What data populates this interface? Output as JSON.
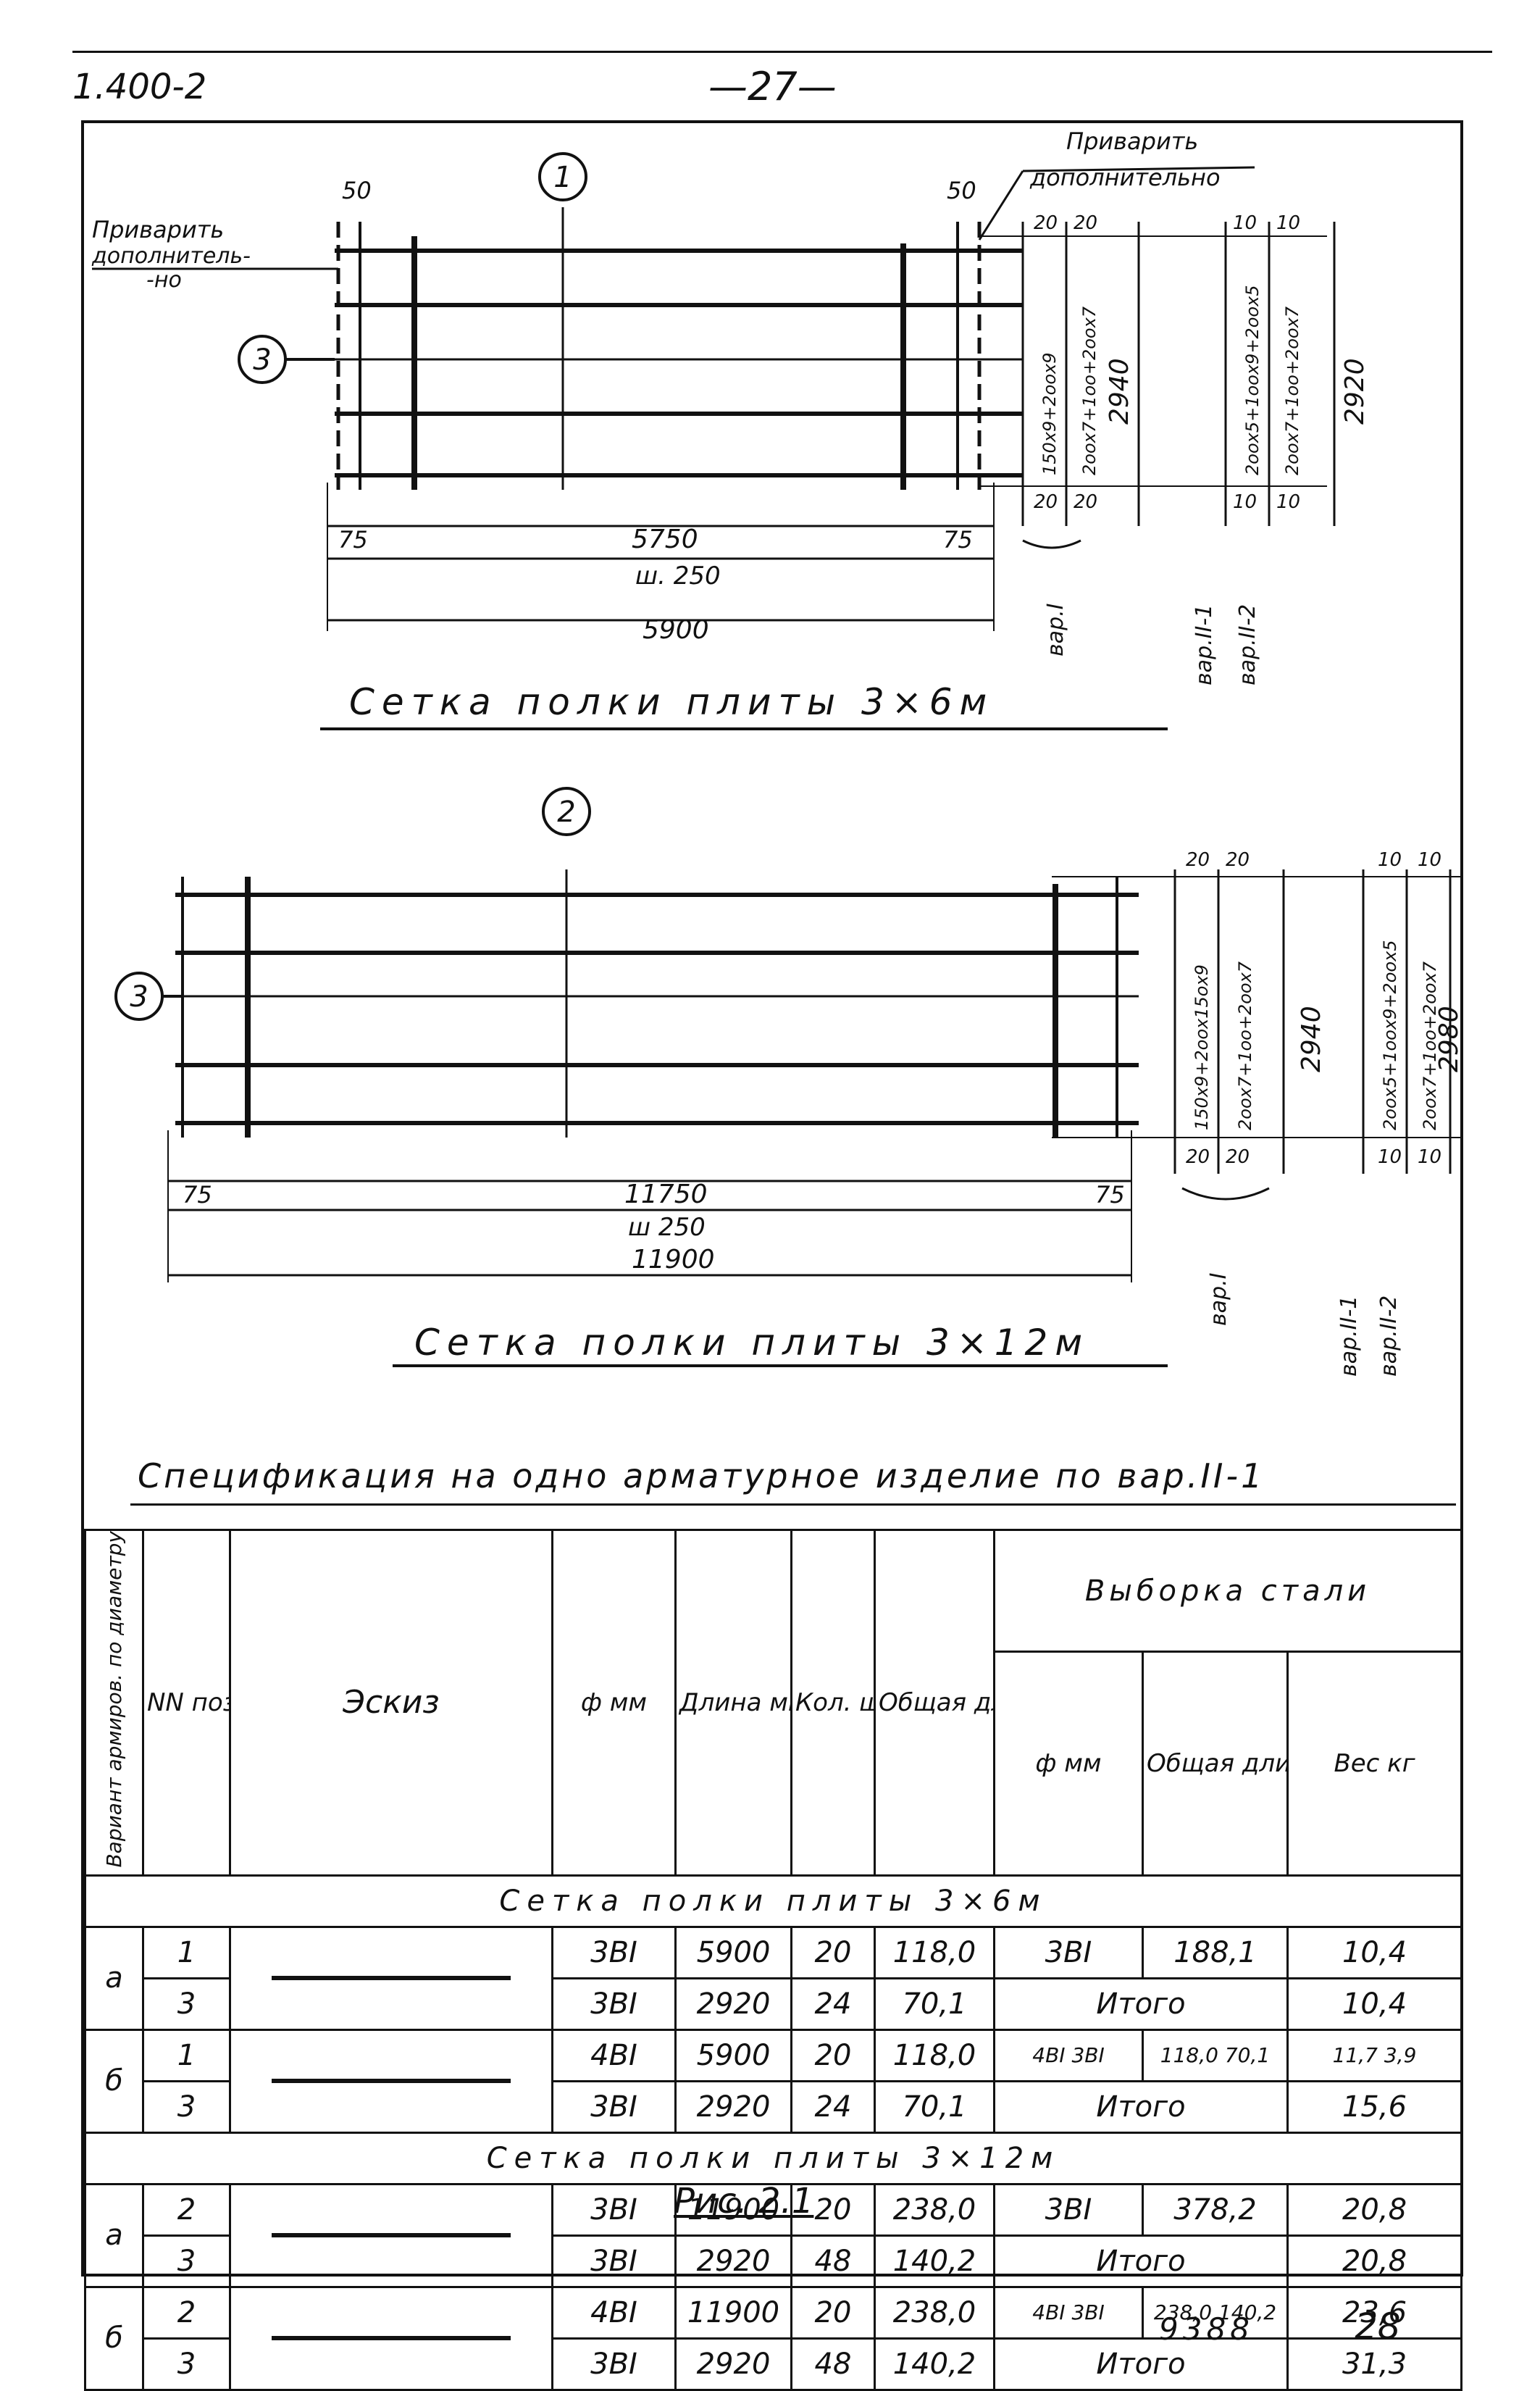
{
  "header": {
    "sheet_code": "1.400-2",
    "page_number": "—27—"
  },
  "drawing1": {
    "caption": "Сетка полки плиты 3×6м",
    "weld_left": [
      "Приварить",
      "дополнитель-",
      "-но"
    ],
    "weld_right": [
      "Приварить",
      "дополнительно"
    ],
    "positions": {
      "top": "1",
      "left": "3"
    },
    "top_dims": {
      "left": "50",
      "right": "50"
    },
    "dims": {
      "overhang_left": "75",
      "span": "5750",
      "step": "ш. 250",
      "overhang_right": "75",
      "total": "5900"
    },
    "var_dims": {
      "v1_offsets": [
        "20",
        "20",
        "20",
        "20"
      ],
      "v1_pitch_a": "150х9+2оох9",
      "v1_pitch_b": "2оох7+1оо+2оох7",
      "v1_total": "2940",
      "v2_offsets": [
        "10",
        "10",
        "10",
        "10"
      ],
      "v2_pitch_a": "2оох5+1оох9+2оох5",
      "v2_pitch_b": "2оох7+1оо+2оох7",
      "v2_total": "2920"
    },
    "var_labels": [
      "вар.I",
      "вар.II-1",
      "вар.II-2"
    ]
  },
  "drawing2": {
    "caption": "Сетка полки плиты 3×12м",
    "positions": {
      "top": "2",
      "left": "3"
    },
    "dims": {
      "overhang_left": "75",
      "span": "11750",
      "step": "ш 250",
      "overhang_right": "75",
      "total": "11900"
    },
    "var_dims": {
      "v1_offsets": [
        "20",
        "20",
        "20",
        "20"
      ],
      "v1_pitch_a": "150х9+2оох15ох9",
      "v1_pitch_b": "2оох7+1оо+2оох7",
      "v1_total": "2940",
      "v2_offsets": [
        "10",
        "10",
        "10",
        "10"
      ],
      "v2_pitch_a": "2оох5+1оох9+2оох5",
      "v2_pitch_b": "2оох7+1оо+2оох7",
      "v2_total": "2980"
    },
    "var_labels": [
      "вар.I",
      "вар.II-1",
      "вар.II-2"
    ]
  },
  "spec": {
    "title": "Спецификация на одно арматурное изделие по вар.II-1",
    "headers": {
      "variant": "Вариант армиров. по диаметру",
      "pos": "NN поз.",
      "sketch": "Эскиз",
      "diameter": "ф мм",
      "length": "Длина мм",
      "count": "Кол. шт.",
      "total_length": "Общая длина м",
      "steel_sample": "Выборка стали",
      "steel_diameter": "ф мм",
      "steel_length": "Общая длина м",
      "steel_weight": "Вес кг"
    },
    "sections": [
      {
        "title": "Сетка полки плиты 3×6м",
        "rows": [
          {
            "variant": "а",
            "pos": "1",
            "d": "3ВI",
            "len": "5900",
            "n": "20",
            "total": "118,0",
            "sd": "3ВI",
            "sl": "188,1",
            "w": "10,4"
          },
          {
            "variant": "",
            "pos": "3",
            "d": "3ВI",
            "len": "2920",
            "n": "24",
            "total": "70,1",
            "itogo": "Итого",
            "w": "10,4"
          },
          {
            "variant": "б",
            "pos": "1",
            "d": "4ВI",
            "len": "5900",
            "n": "20",
            "total": "118,0",
            "sd": "4ВI 3ВI",
            "sl": "118,0 70,1",
            "w": "11,7 3,9"
          },
          {
            "variant": "",
            "pos": "3",
            "d": "3ВI",
            "len": "2920",
            "n": "24",
            "total": "70,1",
            "itogo": "Итого",
            "w": "15,6"
          }
        ]
      },
      {
        "title": "Сетка полки плиты 3×12м",
        "rows": [
          {
            "variant": "а",
            "pos": "2",
            "d": "3ВI",
            "len": "11900",
            "n": "20",
            "total": "238,0",
            "sd": "3ВI",
            "sl": "378,2",
            "w": "20,8"
          },
          {
            "variant": "",
            "pos": "3",
            "d": "3ВI",
            "len": "2920",
            "n": "48",
            "total": "140,2",
            "itogo": "Итого",
            "w": "20,8"
          },
          {
            "variant": "б",
            "pos": "2",
            "d": "4ВI",
            "len": "11900",
            "n": "20",
            "total": "238,0",
            "sd": "4ВI 3ВI",
            "sl": "238,0 140,2",
            "w": "23,6"
          },
          {
            "variant": "",
            "pos": "3",
            "d": "3ВI",
            "len": "2920",
            "n": "48",
            "total": "140,2",
            "itogo": "Итого",
            "w": "31,3"
          }
        ]
      }
    ]
  },
  "figure": "Рис. 2.1",
  "footer": {
    "inventory": "9388",
    "page": "28"
  }
}
